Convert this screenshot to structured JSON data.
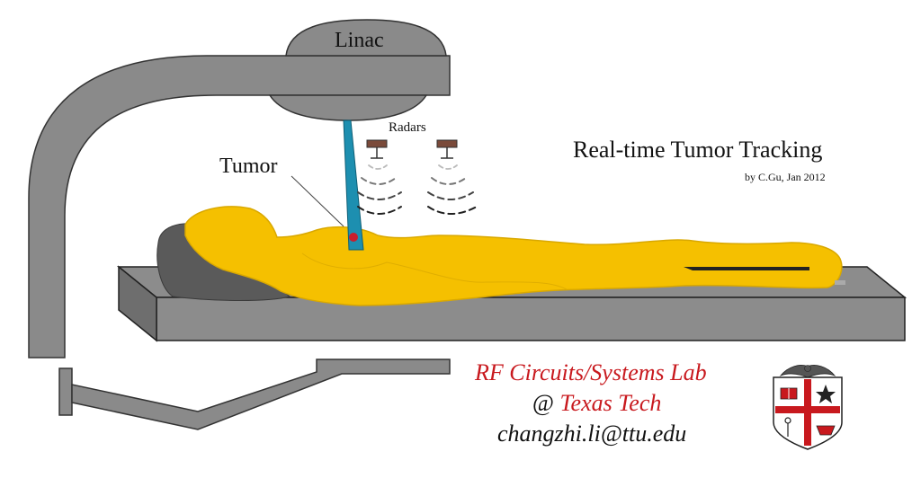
{
  "labels": {
    "linac": "Linac",
    "radars": "Radars",
    "tumor": "Tumor",
    "title": "Real-time Tumor Tracking",
    "byline": "by C.Gu, Jan 2012"
  },
  "credits": {
    "lab_name": "RF Circuits/Systems Lab",
    "at_symbol": "@ ",
    "institution": "Texas Tech",
    "email": "changzhi.li@ttu.edu"
  },
  "colors": {
    "body": "#f5c000",
    "body_outline": "#d9a800",
    "machine": "#8a8a8a",
    "machine_outline": "#333333",
    "beam": "#1d8fb0",
    "tumor": "#c81e2d",
    "lab_red": "#c8191e",
    "table_top": "#8c8c8c",
    "table_side": "#6e6e6e"
  },
  "icons": {
    "logo": "texas-tech-shield-icon",
    "radar_left": "radar-antenna-icon",
    "radar_right": "radar-antenna-icon"
  }
}
